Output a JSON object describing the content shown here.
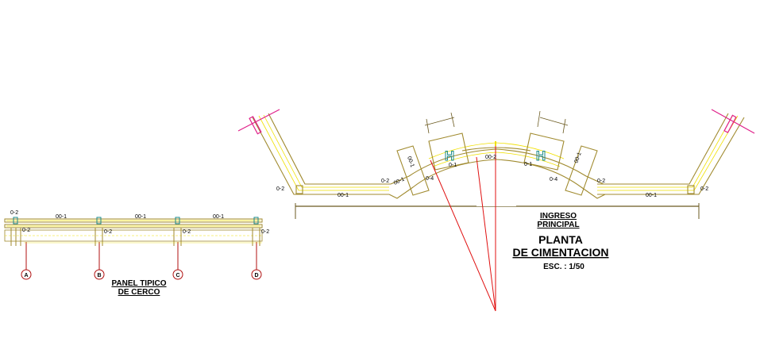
{
  "titles": {
    "panel_line1": "PANEL TIPICO",
    "panel_line2": "DE CERCO",
    "entrance_line1": "INGRESO",
    "entrance_line2": "PRINCIPAL",
    "plan_line1": "PLANTA",
    "plan_line2": "DE CIMENTACION",
    "scale": "ESC. : 1/50"
  },
  "panel": {
    "axes": [
      "A",
      "B",
      "C",
      "D"
    ],
    "beam_labels": [
      "00-1",
      "00-1",
      "00-1"
    ],
    "footing_labels": [
      "0-2",
      "0-2",
      "0-2",
      "0-2",
      "0-2"
    ]
  },
  "plan": {
    "labels": {
      "left_end": "0-2",
      "left_beam": "00-1",
      "left_a": "0-2",
      "left_b": "00-1",
      "left_c": "00-1",
      "left_d": "0-4",
      "left_e": "0-1",
      "center": "00-2",
      "right_e": "0-1",
      "right_d": "0-4",
      "right_c": "00-1",
      "right_a": "0-2",
      "right_beam": "00-1",
      "right_end": "0-2"
    },
    "column_glyph": "H",
    "colors": {
      "wall": "#a08a2e",
      "axis_yellow": "#f0e000",
      "radius_red": "#e01010",
      "column_teal": "#1a8a8a",
      "gate_magenta": "#e0208a"
    }
  }
}
